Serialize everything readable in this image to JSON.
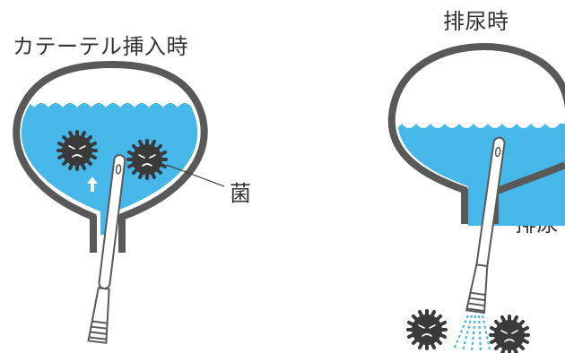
{
  "left_panel": {
    "title": "カテーテル挿入時",
    "bacteria_label": "菌"
  },
  "right_panel": {
    "title": "排尿時",
    "urination_label": "排尿"
  },
  "colors": {
    "bladder_wall": "#595959",
    "urine": "#45b7e9",
    "bacteria": "#3a3a3a",
    "spray": "#45b7e9",
    "background": "#ffffff"
  },
  "icons": [
    "bacteria-icon",
    "arrow-up-icon",
    "catheter-icon",
    "bladder-icon"
  ]
}
